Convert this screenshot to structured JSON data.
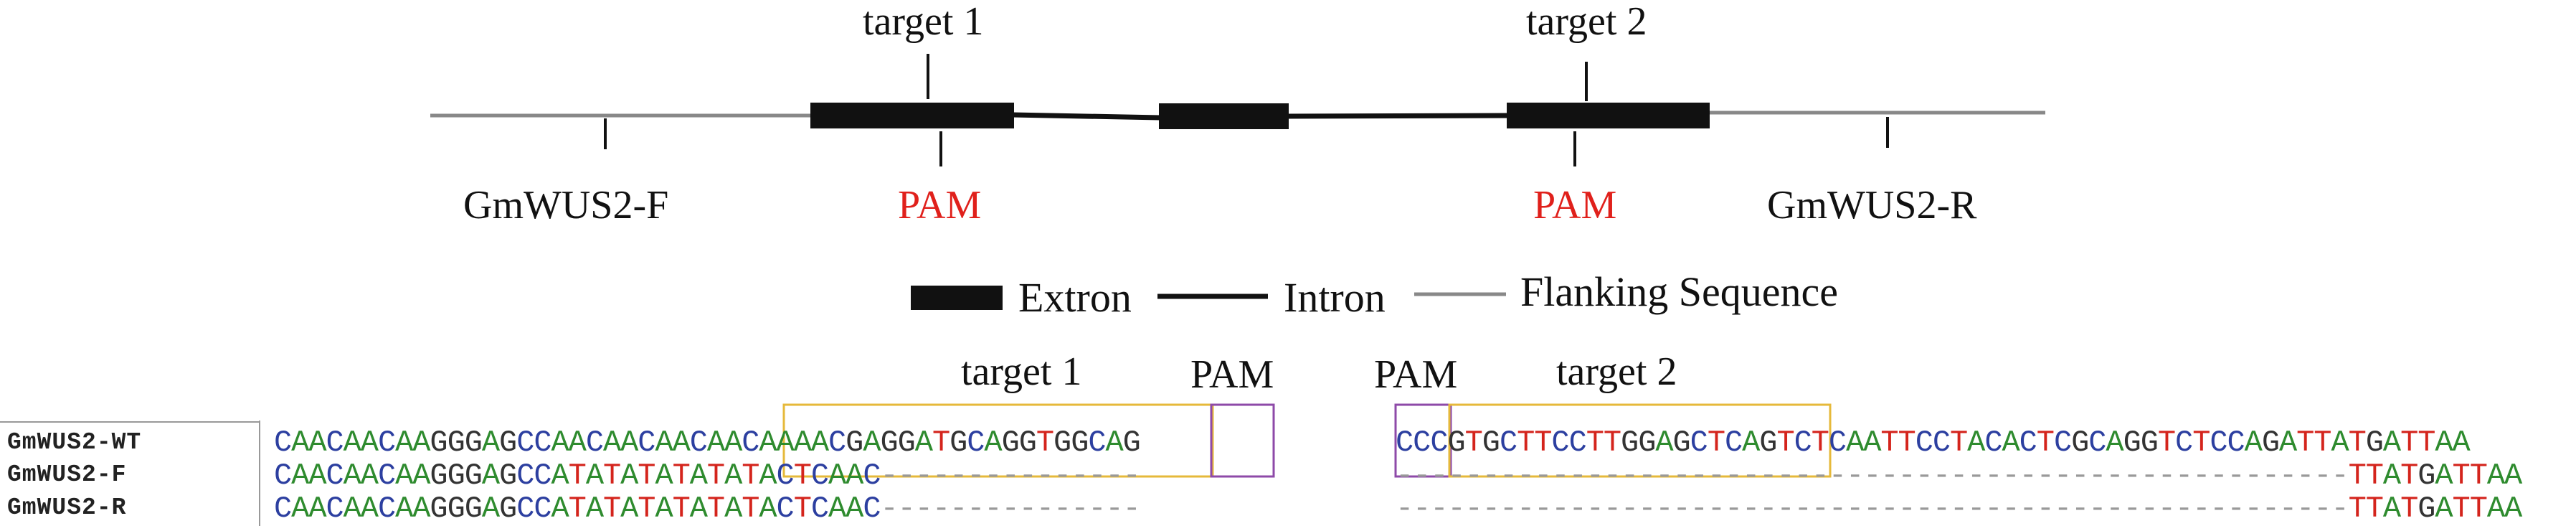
{
  "gene_diagram": {
    "top_labels": {
      "target1": "target 1",
      "target2": "target 2"
    },
    "primer_labels": {
      "forward": "GmWUS2-F",
      "reverse": "GmWUS2-R"
    },
    "pam_labels": [
      "PAM",
      "PAM"
    ],
    "colors": {
      "pam": "#e0201b",
      "exon": "#111111",
      "intron": "#111111",
      "flank": "#888888"
    }
  },
  "legend": {
    "items": [
      {
        "label": "Extron",
        "style": "exon-box"
      },
      {
        "label": "Intron",
        "style": "intron-line"
      },
      {
        "label": "Flanking Sequence",
        "style": "flank-line"
      }
    ]
  },
  "alignment": {
    "header_labels": {
      "target1": "target 1",
      "pam_left": "PAM",
      "pam_right": "PAM",
      "target2": "target 2"
    },
    "box_colors": {
      "target": "#e6b93a",
      "pam": "#8e4aa8"
    },
    "rows": [
      {
        "name": "GmWUS2-WT",
        "left": "CAACAACAAGGGAGCCAACAACAACAACAAAACGAGGATGCAGGTGGCAG",
        "right": "CCCGTGCTTCCTTGGAGCTCAGTCTCAATTCCTACACTCGCAGGTCTCCAGATTATGATTAA"
      },
      {
        "name": "GmWUS2-F",
        "left": "CAACAACAAGGGAGCCATATATATATATACTCAAC---------------",
        "right": "-------------------------------------------------------TTATGATTAA"
      },
      {
        "name": "GmWUS2-R",
        "left": "CAACAACAAGGGAGCCATATATATATATACTCAAC---------------",
        "right": "-------------------------------------------------------TTATGATTAA"
      }
    ]
  }
}
